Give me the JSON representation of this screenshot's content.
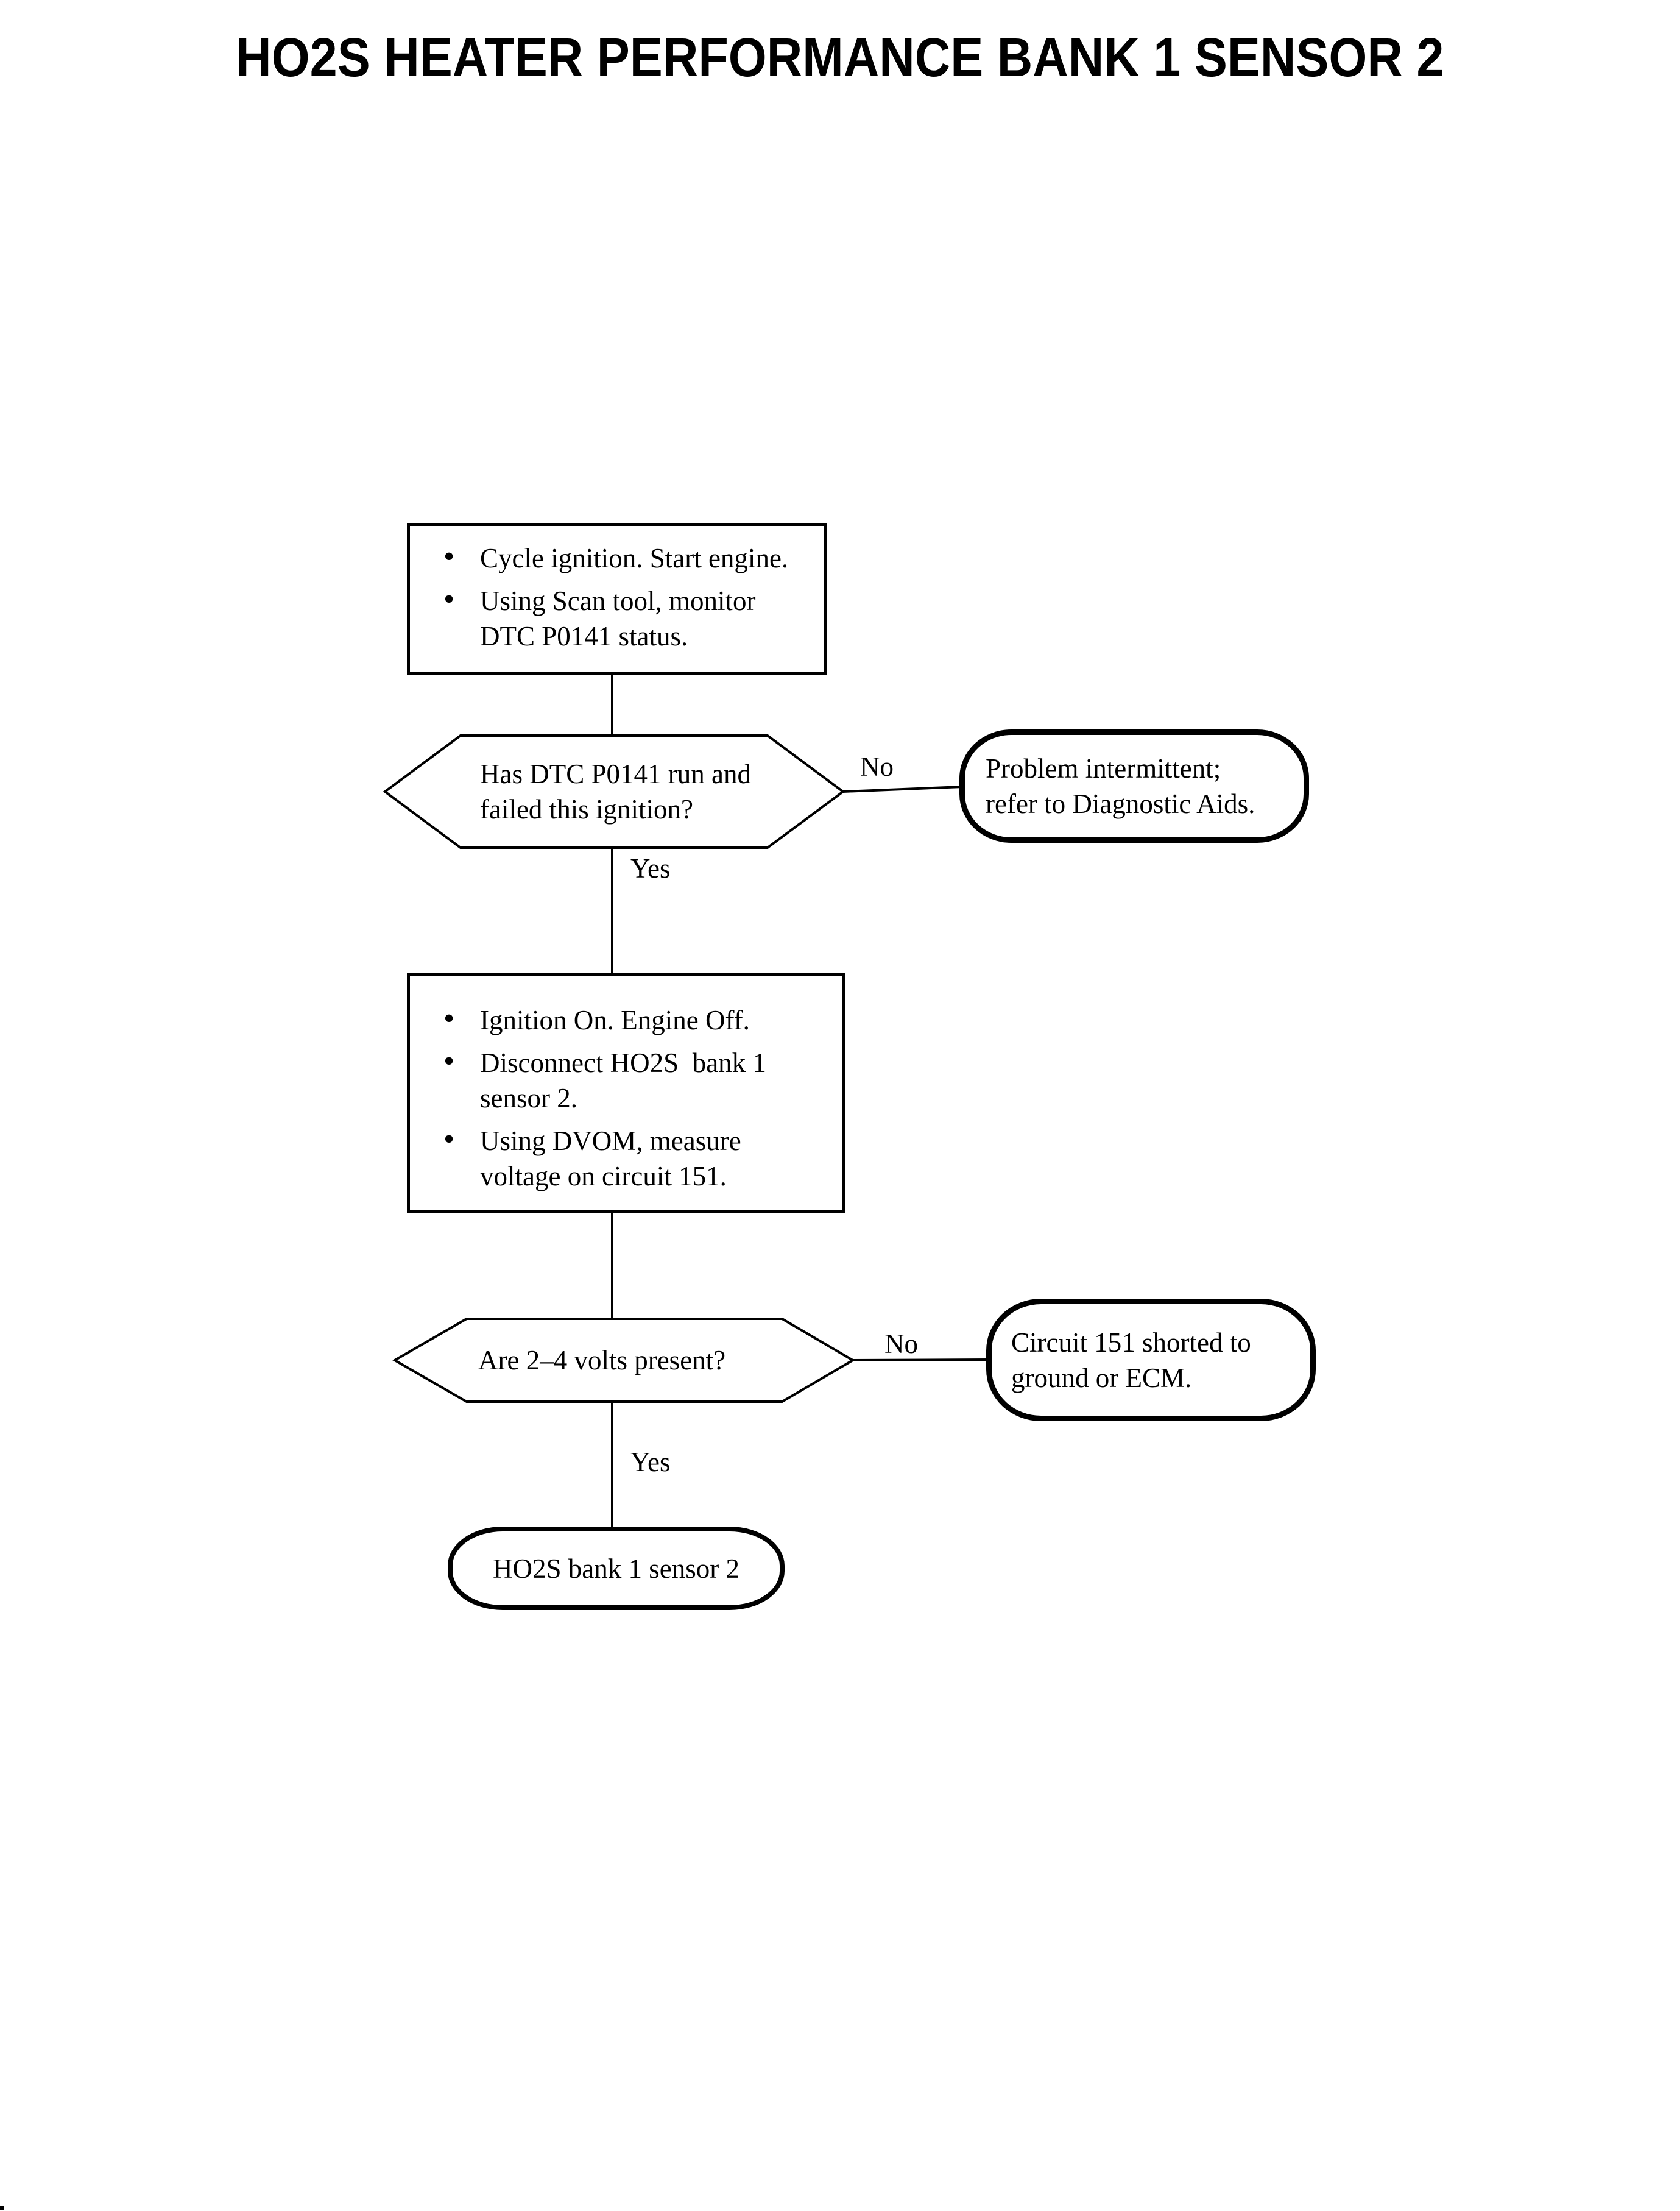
{
  "title": "HO2S HEATER PERFORMANCE BANK 1 SENSOR 2",
  "colors": {
    "ink": "#000000",
    "paper": "#ffffff"
  },
  "flowchart": {
    "step1": {
      "bullets": [
        "Cycle ignition. Start engine.",
        "Using Scan tool, monitor\nDTC P0141 status."
      ]
    },
    "decision1": {
      "question": "Has DTC P0141 run and\nfailed this ignition?",
      "no_label": "No",
      "yes_label": "Yes"
    },
    "no1_result": {
      "text": "Problem intermittent;\nrefer to Diagnostic Aids."
    },
    "step2": {
      "bullets": [
        "Ignition On. Engine Off.",
        "Disconnect HO2S  bank 1\nsensor 2.",
        "Using DVOM, measure\nvoltage on circuit 151."
      ]
    },
    "decision2": {
      "question": "Are 2–4 volts present?",
      "no_label": "No",
      "yes_label": "Yes"
    },
    "no2_result": {
      "text": "Circuit 151 shorted to\nground or ECM."
    },
    "yes_result": {
      "text": "HO2S bank 1 sensor 2"
    }
  }
}
